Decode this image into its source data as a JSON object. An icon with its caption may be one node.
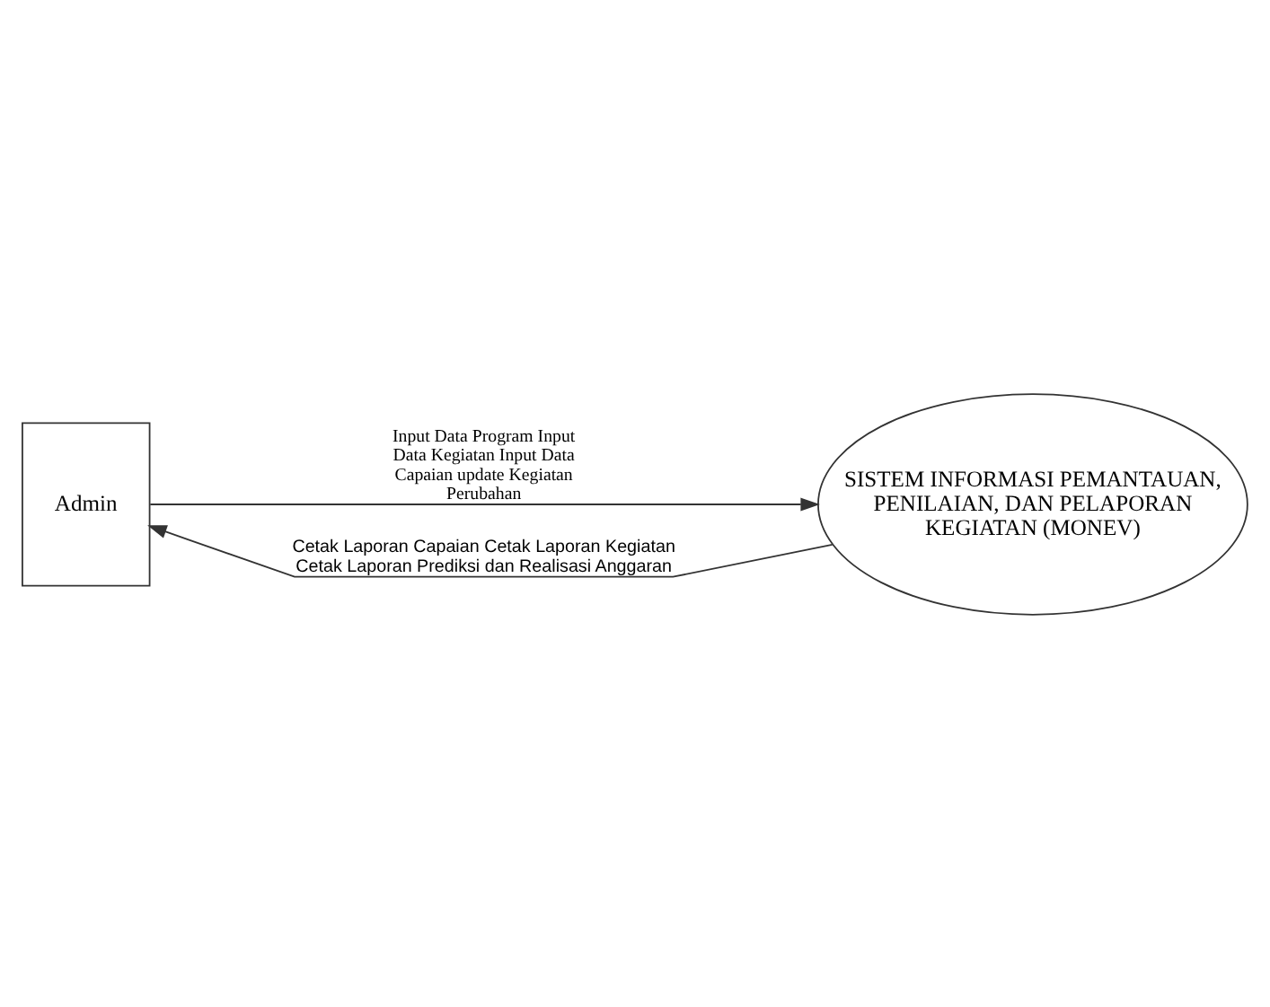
{
  "diagram": {
    "nodes": [
      {
        "text": [
          "Admin"
        ]
      },
      {
        "text": [
          "SISTEM INFORMASI PEMANTAUAN, PENILAIAN, DAN PELAPORAN KEGIATAN (MONEV)"
        ]
      }
    ],
    "edges": [
      {
        "from": 0,
        "to": 1,
        "arrow": "to",
        "label": "Input Data Program Input Data Kegiatan Input Data Capaian update Kegiatan Perubahan"
      },
      {
        "from": 1,
        "to": 0,
        "arrow": "to",
        "label": "Cetak Laporan Capaian Cetak Laporan Kegiatan Cetak Laporan Prediksi dan Realisasi Anggaran"
      }
    ]
  }
}
